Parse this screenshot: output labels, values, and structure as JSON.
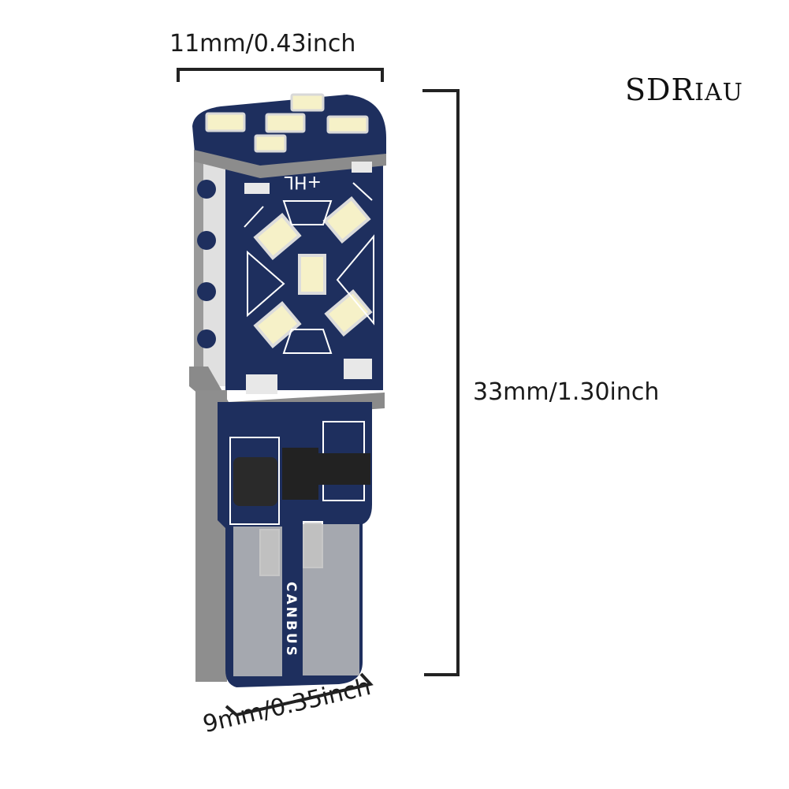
{
  "brand": {
    "name": "SDRIAU",
    "prefix": "SDR",
    "suffix": "IAU"
  },
  "dimensions": {
    "width_top": "11mm/0.43inch",
    "height": "33mm/1.30inch",
    "width_bottom": "9mm/0.35inch"
  },
  "product": {
    "type": "T10 LED bulb",
    "pcb_markings": [
      "+HL",
      "+",
      "-"
    ],
    "base_label": "CANBUS",
    "led_count_visible": 10
  },
  "colors": {
    "pcb_blue": "#1e2f5e",
    "led_yellow": "#f6f1c8",
    "metal_grey": "#8c8c8c",
    "text": "#1a1a1a"
  }
}
